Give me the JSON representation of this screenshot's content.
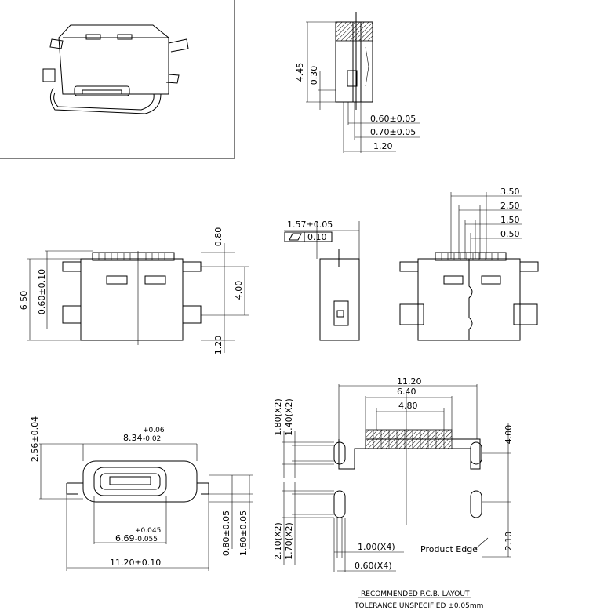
{
  "isometric_view": {},
  "side_section": {
    "dim_height": "4.45",
    "dim_inner": "0.30",
    "dim_a": "0.60±0.05",
    "dim_b": "0.70±0.05",
    "dim_c": "1.20"
  },
  "top_view": {
    "dim_total_height": "6.50",
    "dim_offset": "0.60±0.10",
    "dim_top": "0.80",
    "dim_mid": "4.00",
    "dim_bottom": "1.20"
  },
  "side_view": {
    "dim_depth": "1.57±0.05",
    "flatness_value": "0.10"
  },
  "bottom_view": {
    "dim_350": "3.50",
    "dim_250": "2.50",
    "dim_150": "1.50",
    "dim_050": "0.50"
  },
  "front_view": {
    "dim_height": "2.56±0.04",
    "dim_outer_nominal": "8.34",
    "dim_outer_upper_tol": "+0.06",
    "dim_outer_lower_tol": "-0.02",
    "dim_inner_nominal": "6.69",
    "dim_inner_upper_tol": "+0.045",
    "dim_inner_lower_tol": "-0.055",
    "dim_width": "11.20±0.10",
    "dim_a": "0.80±0.05",
    "dim_b": "1.60±0.05"
  },
  "pcb_layout": {
    "dim_width": "11.20",
    "dim_640": "6.40",
    "dim_480": "4.80",
    "dim_180": "1.80(X2)",
    "dim_140": "1.40(X2)",
    "dim_400": "4.00",
    "dim_210_left": "2.10(X2)",
    "dim_170": "1.70(X2)",
    "dim_100": "1.00(X4)",
    "dim_060": "0.60(X4)",
    "dim_210_right": "2.10",
    "product_edge": "Product Edge",
    "title": "RECOMMENDED   P.C.B.  LAYOUT",
    "tolerance": "TOLERANCE  UNSPECIFIED  ±0.05mm"
  }
}
